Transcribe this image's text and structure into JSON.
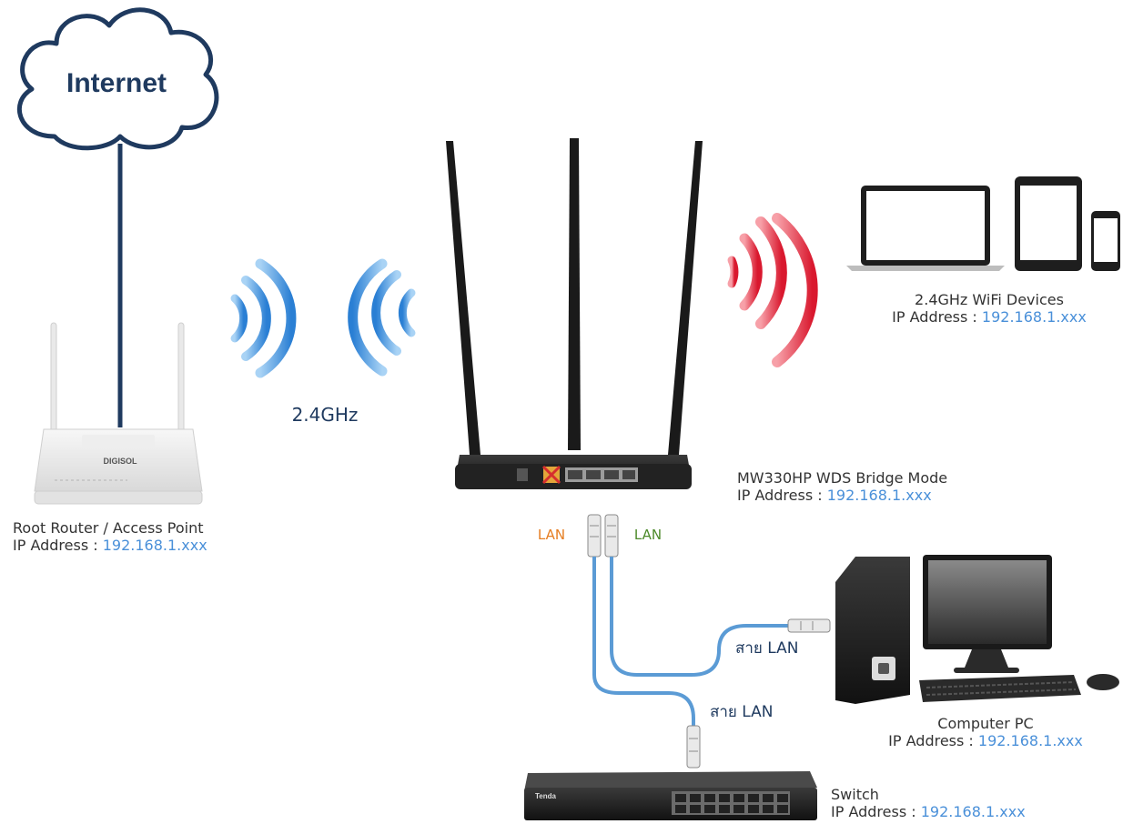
{
  "internet": {
    "label": "Internet"
  },
  "band": {
    "label": "2.4GHz"
  },
  "root_router": {
    "name": "Root Router / Access Point",
    "ip_prefix": "IP Address : ",
    "ip": "192.168.1.xxx",
    "brand": "DIGISOL"
  },
  "bridge": {
    "name": "MW330HP WDS Bridge Mode",
    "ip_prefix": "IP Address : ",
    "ip": "192.168.1.xxx"
  },
  "wifi_devices": {
    "name": "2.4GHz WiFi Devices",
    "ip_prefix": "IP Address : ",
    "ip": "192.168.1.xxx"
  },
  "ports": {
    "lan_left": "LAN",
    "lan_right": "LAN"
  },
  "cables": {
    "pc_cable": "สาย LAN",
    "switch_cable": "สาย LAN"
  },
  "computer": {
    "name": "Computer PC",
    "ip_prefix": "IP Address : ",
    "ip": "192.168.1.xxx"
  },
  "switch": {
    "name": "Switch",
    "ip_prefix": "IP Address : ",
    "ip": "192.168.1.xxx",
    "brand": "Tenda"
  },
  "colors": {
    "accent_blue": "#4a90d9",
    "cable_blue": "#5b9bd5",
    "wave_blue": "#3d8fdc",
    "wave_red": "#e8394a",
    "navy": "#1f3a5f",
    "lan_orange": "#e67e22",
    "lan_green": "#4c8a2a"
  }
}
